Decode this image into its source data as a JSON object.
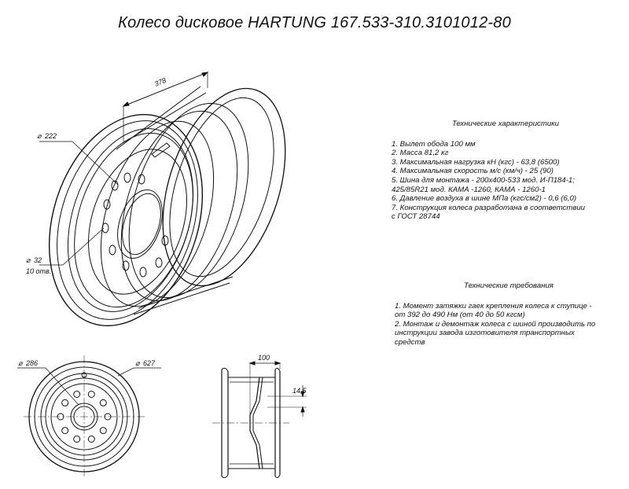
{
  "title": "Колесо дисковое HARTUNG 167.533-310.3101012-80",
  "dimensions": {
    "width_378": "378",
    "d222": "222",
    "d32": "32",
    "holes": "10 отв.",
    "d286": "286",
    "d627": "627",
    "offset_100": "100",
    "gap_14_5": "14,5"
  },
  "specs": {
    "header": "Технические характеристики",
    "items": [
      "1. Вылет обода 100 мм",
      "2. Масса 81,2 кг",
      "3. Максимальная нагрузка кН (кгс) - 63,8 (6500)",
      "4. Максимальная скорость м/с (км/ч) - 25 (90)",
      "5. Шина для монтажа - 200х400-533 мод. И-П184-1;",
      "425/85R21 мод. КАМА -1260, КАМА - 1260-1",
      "6. Давление воздуха в шине МПа (кгс/см2) - 0,6 (6,0)",
      "7. Конструкция колеса разработана в соответствии",
      "с ГОСТ 28744"
    ]
  },
  "requirements": {
    "header": "Технические требования",
    "items": [
      "1. Момент затяжки гаек крепления колеса к ступице -",
      "от 392 до 490 Нм (от 40 до 50 кгсм)",
      "2. Монтаж и демонтаж колеса с шиной производить по",
      "инструкции завода изготовителя транспортных",
      "средств"
    ]
  }
}
